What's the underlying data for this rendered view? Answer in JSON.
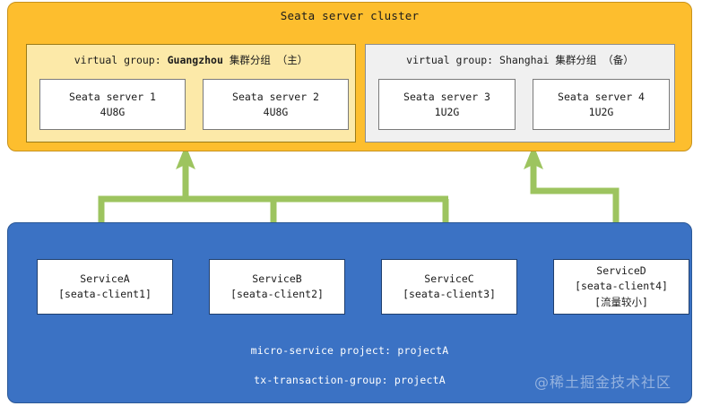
{
  "cluster": {
    "title": "Seata server cluster",
    "color": "#FDBE2E",
    "groups": [
      {
        "name": "guangzhou",
        "title_prefix": "virtual group:",
        "title_name": "Guangzhou",
        "title_suffix": "集群分组 （主）",
        "fill": "#FCE9A8",
        "servers": [
          {
            "name": "Seata server 1",
            "spec": "4U8G"
          },
          {
            "name": "Seata server 2",
            "spec": "4U8G"
          }
        ]
      },
      {
        "name": "shanghai",
        "title_prefix": "virtual group:",
        "title_name": "Shanghai",
        "title_suffix": "集群分组 （备）",
        "fill": "#F0F0F0",
        "servers": [
          {
            "name": "Seata server 3",
            "spec": "1U2G"
          },
          {
            "name": "Seata server 4",
            "spec": "1U2G"
          }
        ]
      }
    ]
  },
  "clients": {
    "color": "#3B72C4",
    "services": [
      {
        "name": "ServiceA",
        "client": "[seata-client1]",
        "note": ""
      },
      {
        "name": "ServiceB",
        "client": "[seata-client2]",
        "note": ""
      },
      {
        "name": "ServiceC",
        "client": "[seata-client3]",
        "note": ""
      },
      {
        "name": "ServiceD",
        "client": "[seata-client4]",
        "note": "[流量较小]"
      }
    ],
    "project_line1": "micro-service project: projectA",
    "project_line2": "tx-transaction-group: projectA",
    "watermark": "@稀土掘金技术社区"
  },
  "connectors": {
    "color": "#9DC45F",
    "links": [
      {
        "from": "ServiceA",
        "to": "guangzhou"
      },
      {
        "from": "ServiceB",
        "to": "guangzhou"
      },
      {
        "from": "ServiceC",
        "to": "guangzhou"
      },
      {
        "from": "ServiceD",
        "to": "shanghai"
      }
    ]
  }
}
